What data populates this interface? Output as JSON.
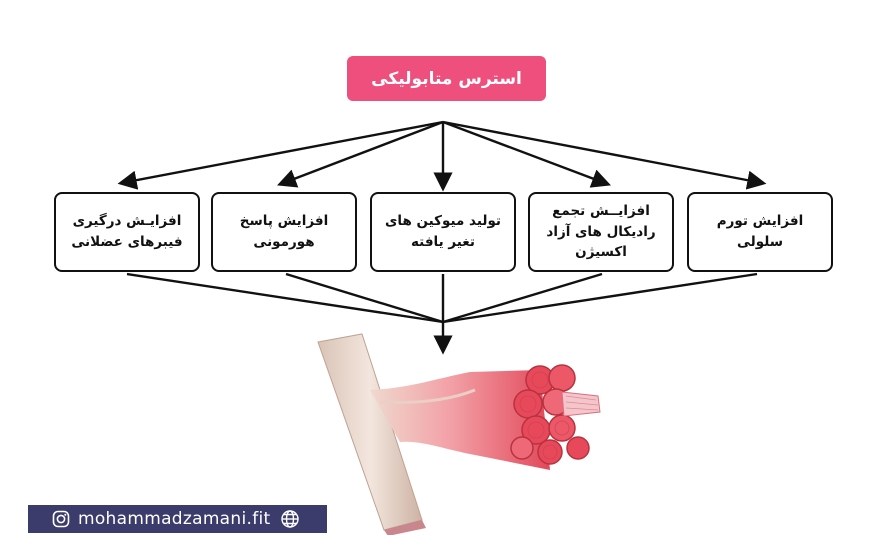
{
  "title": "استرس متابولیکی",
  "boxes": [
    {
      "label": "افزایـش درگیری\nفیبرهای عضلانی"
    },
    {
      "label": "افزایش پاسخ\nهورمونی"
    },
    {
      "label": "تولید میوکین های\nتغیر یافته"
    },
    {
      "label": "افزایــش تجمع\nرادیکال های آزاد\nاکسیژن"
    },
    {
      "label": "افزایش تورم سلولی"
    }
  ],
  "footer": {
    "handle": "mohammadzamani.fit",
    "icons": [
      "instagram-icon",
      "globe-icon"
    ]
  },
  "colors": {
    "title_bg": "#ee4f7c",
    "footer_bg": "#3b3c6b",
    "muscle": "#e8495a"
  },
  "illustration": "muscle-fiber-bundle"
}
